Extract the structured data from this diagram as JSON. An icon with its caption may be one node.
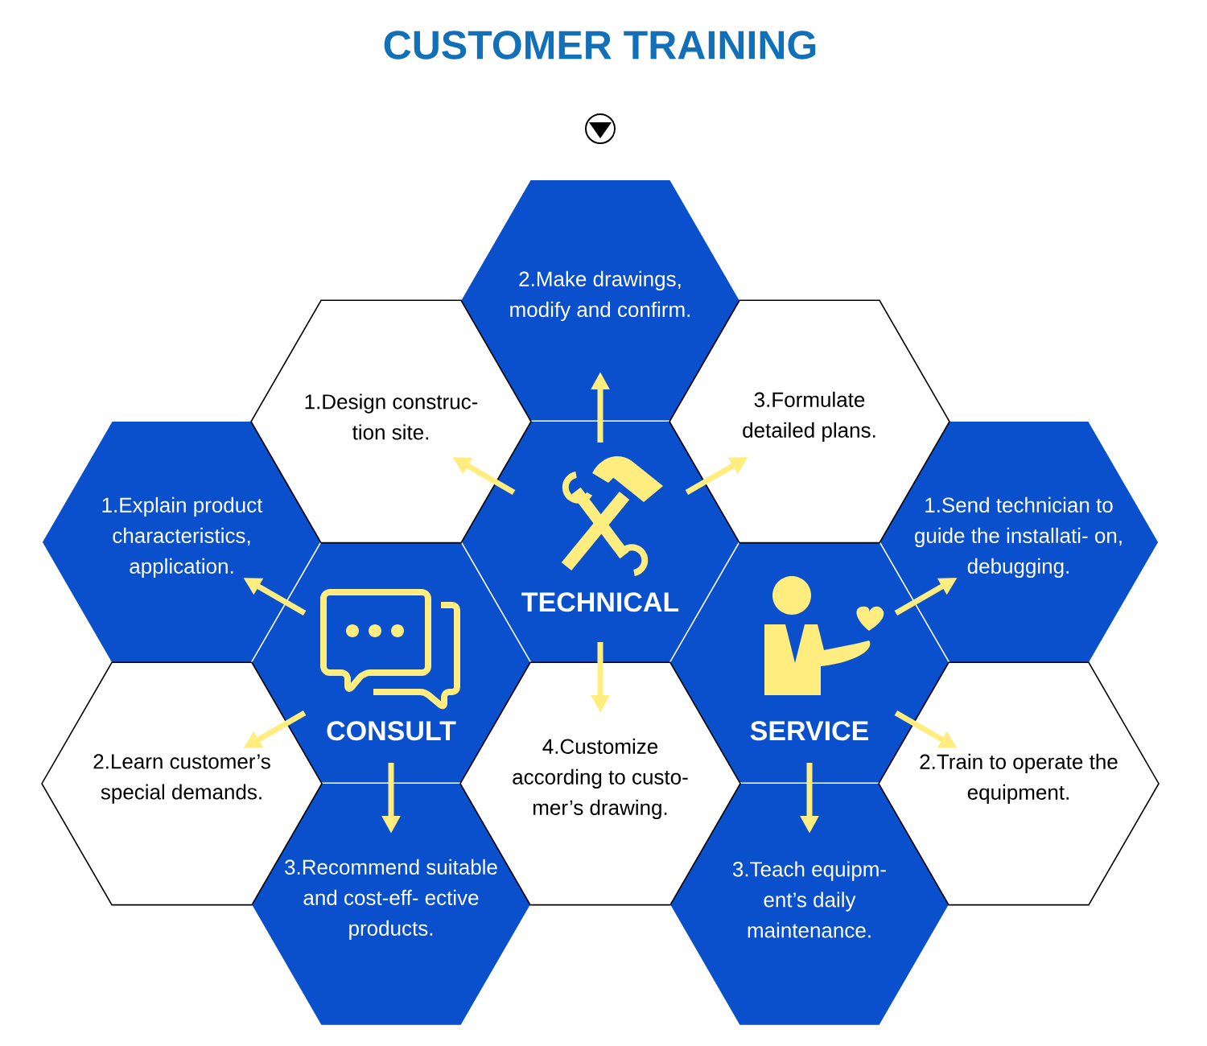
{
  "diagram": {
    "title": "CUSTOMER TRAINING",
    "nodes": [
      {
        "text": [
          "2.Make drawings, modify and confirm."
        ]
      },
      {
        "text": [
          "1.Design construc- tion site."
        ]
      },
      {
        "text": [
          "3.Formulate detailed plans."
        ]
      },
      {
        "text": [
          "1.Explain product characteristics, application."
        ]
      },
      {
        "text": [
          "TECHNICAL"
        ]
      },
      {
        "text": [
          "1.Send technician to guide the installati- on, debugging."
        ]
      },
      {
        "text": [
          "CONSULT"
        ]
      },
      {
        "text": [
          "SERVICE"
        ]
      },
      {
        "text": [
          "2.Learn customer’s special demands."
        ]
      },
      {
        "text": [
          "4.Customize according to custo- mer’s drawing."
        ]
      },
      {
        "text": [
          "2.Train to operate the equipment."
        ]
      },
      {
        "text": [
          "3.Recommend suitable and cost-eff- ective products."
        ]
      },
      {
        "text": [
          "3.Teach equipm- ent’s daily maintenance."
        ]
      }
    ],
    "edges": [
      {
        "from": 4,
        "to": 0,
        "arrow": "to"
      },
      {
        "from": 4,
        "to": 1,
        "arrow": "to"
      },
      {
        "from": 4,
        "to": 2,
        "arrow": "to"
      },
      {
        "from": 4,
        "to": 9,
        "arrow": "to"
      },
      {
        "from": 6,
        "to": 3,
        "arrow": "to"
      },
      {
        "from": 6,
        "to": 8,
        "arrow": "to"
      },
      {
        "from": 6,
        "to": 11,
        "arrow": "to"
      },
      {
        "from": 7,
        "to": 5,
        "arrow": "to"
      },
      {
        "from": 7,
        "to": 10,
        "arrow": "to"
      },
      {
        "from": 7,
        "to": 12,
        "arrow": "to"
      }
    ]
  }
}
